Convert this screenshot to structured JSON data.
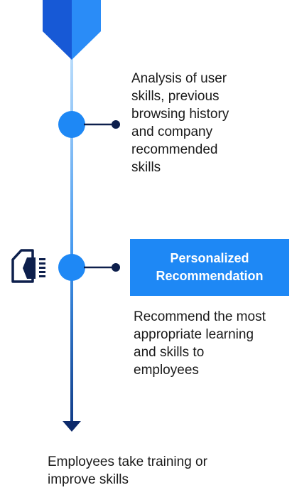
{
  "steps": {
    "analysis_text": "Analysis of user\nskills, previous\nbrowsing history\nand company\nrecommended\nskills",
    "personalized_title": "Personalized\nRecommendation",
    "recommend_text": "Recommend the most\nappropriate learning\nand skills to\nemployees",
    "outcome_text": "Employees take training or\nimprove skills"
  },
  "colors": {
    "primary_blue": "#1e88f5",
    "dark_blue": "#1565c0",
    "navy": "#0d1f4c",
    "light_line_blue": "#4aa3f5"
  },
  "icons": {
    "start_marker": "pentagon-arrow-icon",
    "document_icon": "document-list-icon"
  }
}
